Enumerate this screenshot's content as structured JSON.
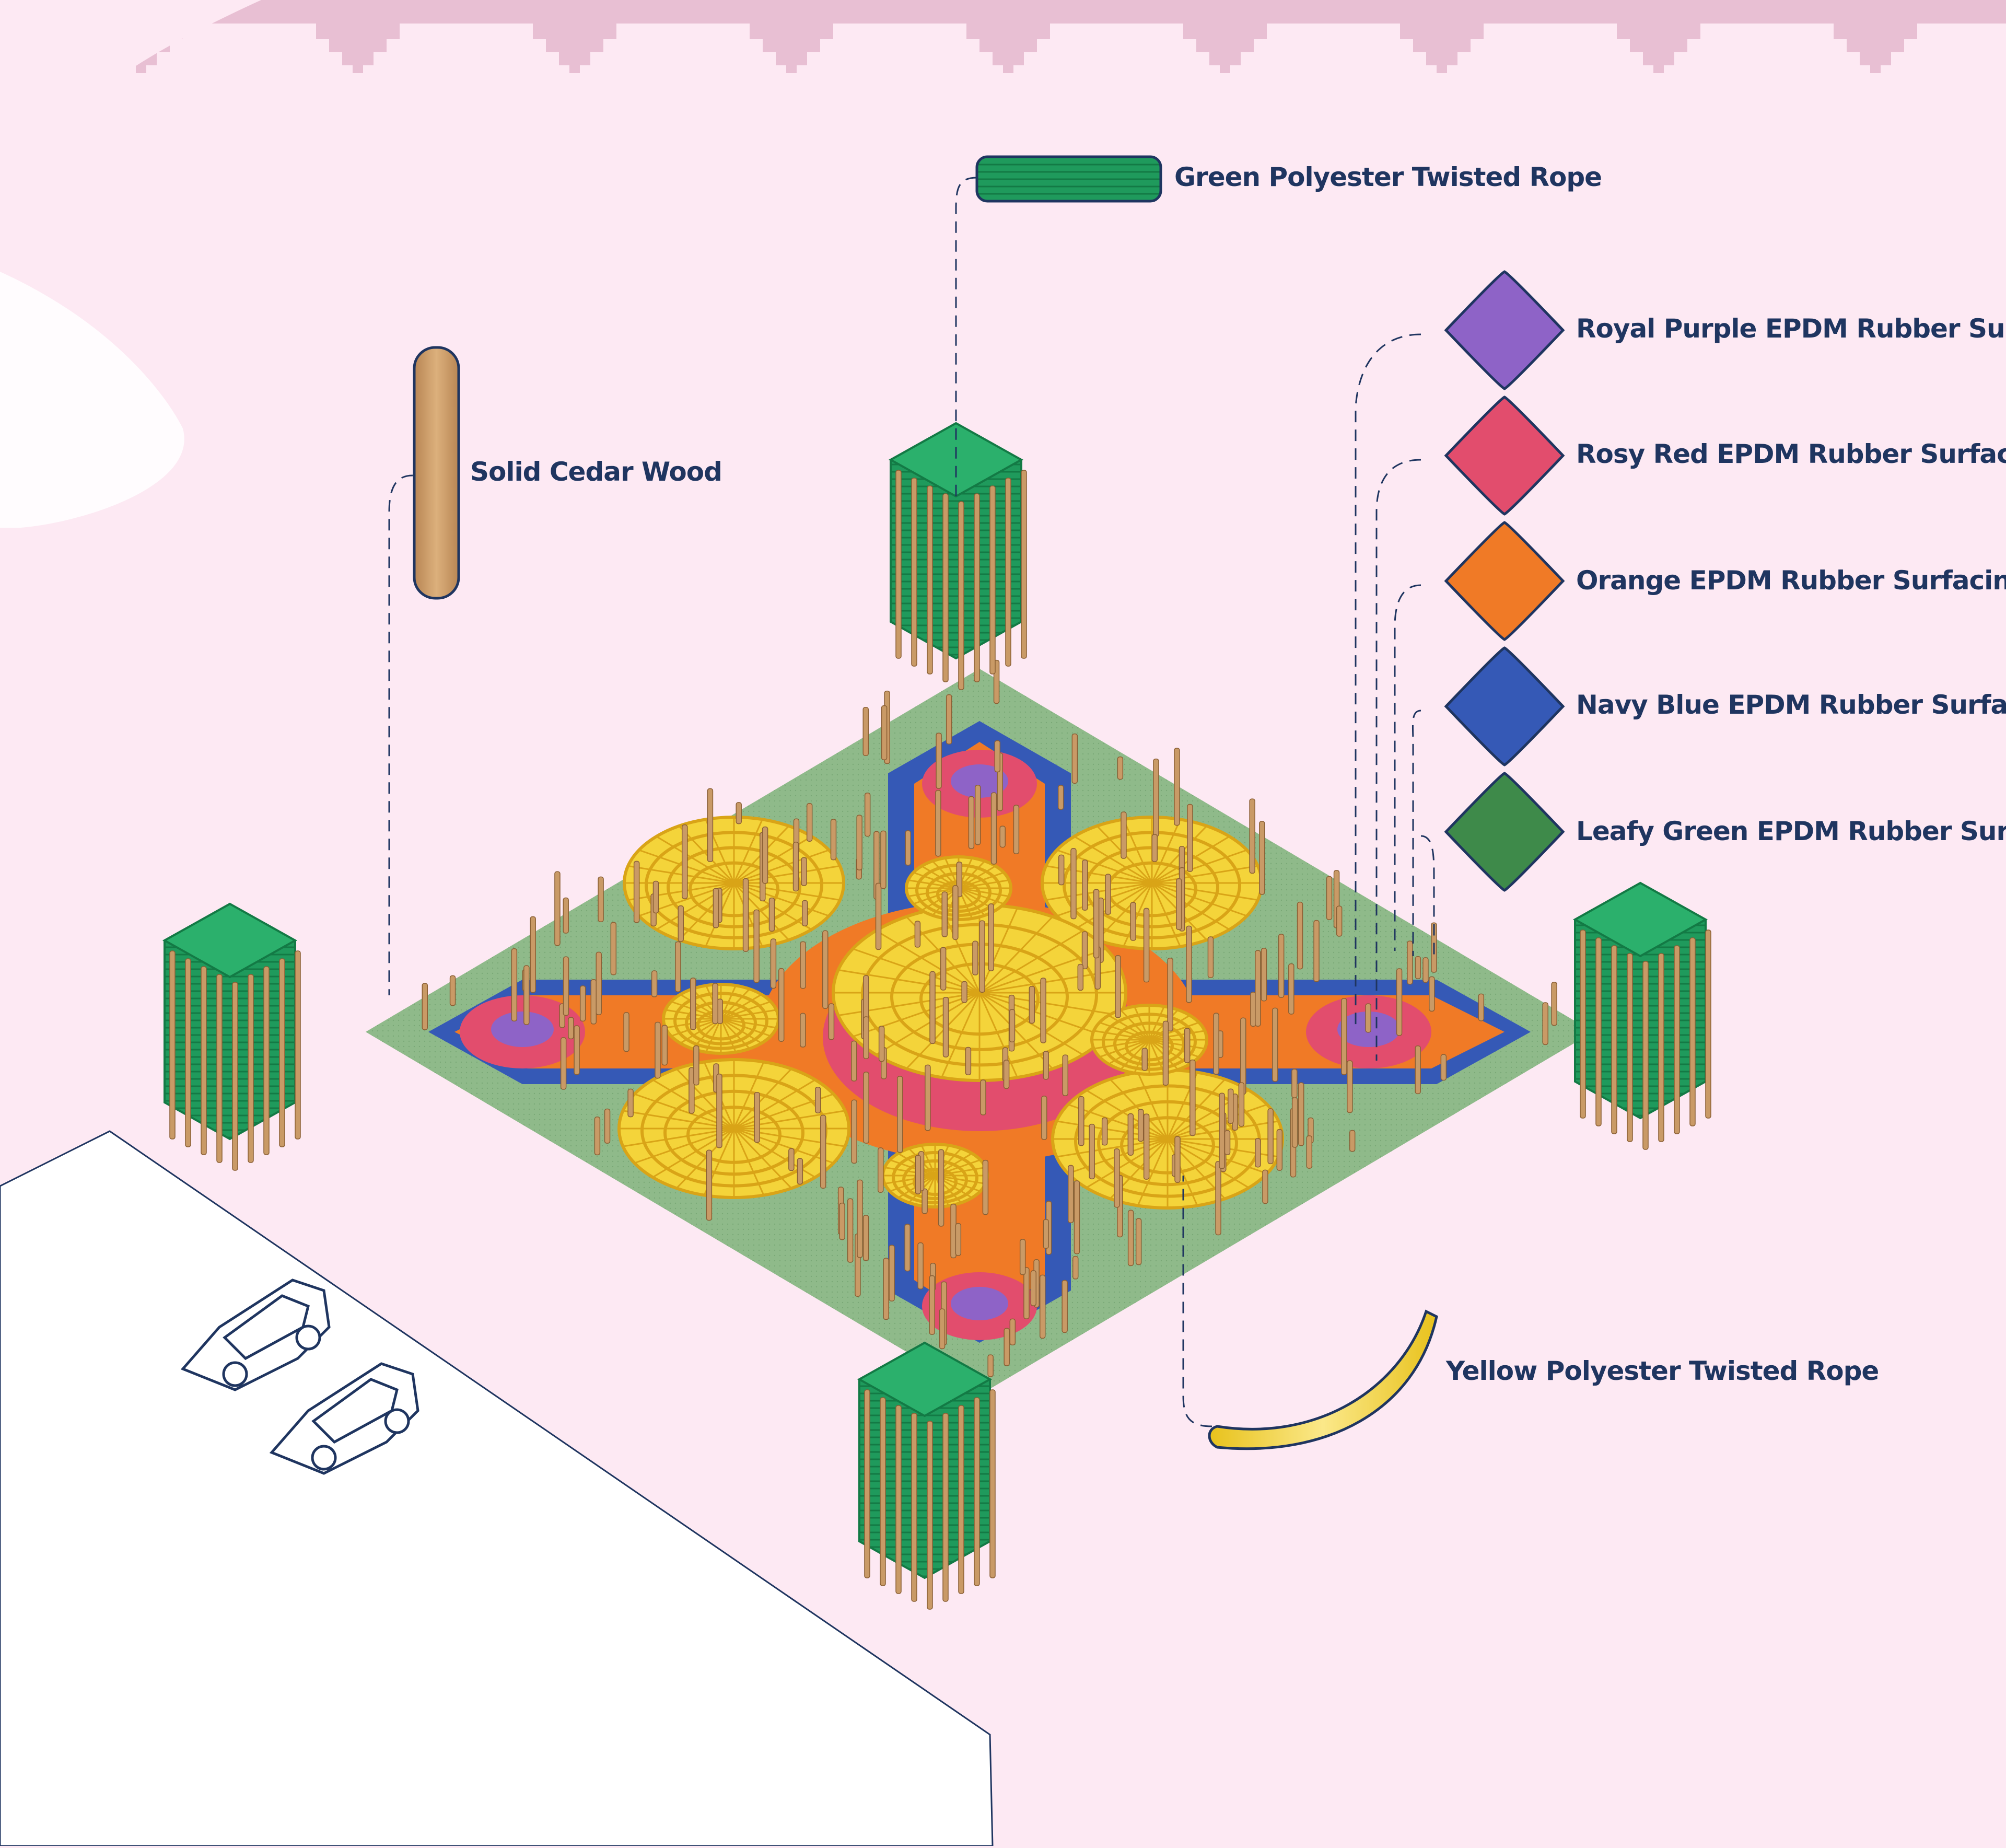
{
  "materials": {
    "green_rope": "Green Polyester Twisted Rope",
    "cedar": "Solid Cedar Wood",
    "yellow_rope": "Yellow Polyester Twisted Rope",
    "surfacing": [
      {
        "label": "Royal Purple EPDM Rubber Surfacing",
        "color": "#8e63c7"
      },
      {
        "label": "Rosy Red EPDM Rubber Surfacing",
        "color": "#e24d6d"
      },
      {
        "label": "Orange EPDM Rubber Surfacing",
        "color": "#f07a26"
      },
      {
        "label": "Navy Blue EPDM Rubber Surfacing",
        "color": "#3559b6"
      },
      {
        "label": "Leafy Green EPDM Rubber Surfacing",
        "color": "#3e8a4a"
      }
    ]
  },
  "colors": {
    "background": "#fde9f3",
    "top_band": "#e8bfd3",
    "ground": "#8fba8a",
    "green_rope": "#1f9a5c",
    "yellow_rope": "#f4d43a",
    "cedar": "#c99a66",
    "label_text": "#1f3560"
  }
}
